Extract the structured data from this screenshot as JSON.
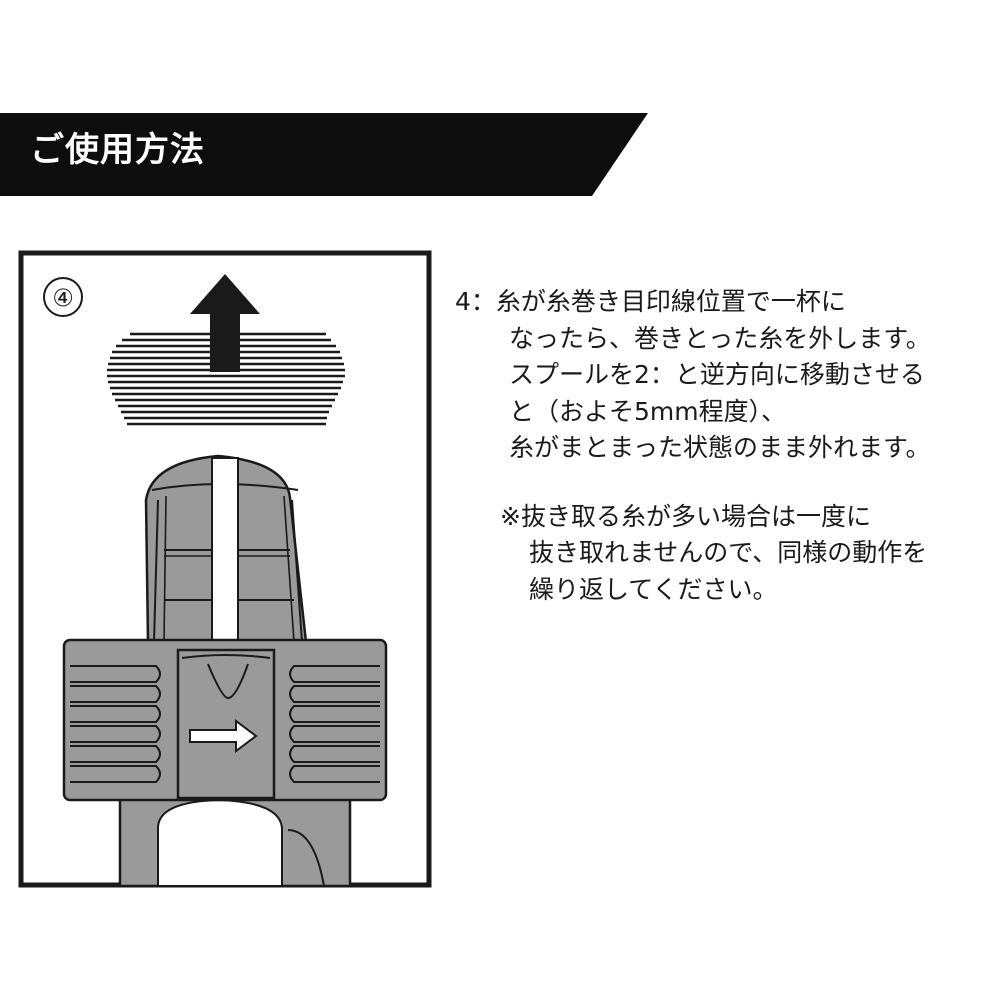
{
  "header": {
    "title": "ご使用方法"
  },
  "figure": {
    "step_badge": "④",
    "arrow_icon": "up-arrow-icon",
    "direction_icon": "right-arrow-icon",
    "line_color": "#1a1a1a",
    "body_color": "#9a9a9a"
  },
  "instructions": {
    "step_lines": [
      "4：糸が糸巻き目印線位置で一杯に",
      "なったら、巻きとった糸を外します。",
      "スプールを2：と逆方向に移動させる",
      "と（およそ5mm程度）、",
      "糸がまとまった状態のまま外れます。"
    ],
    "note_lines": [
      "※抜き取る糸が多い場合は一度に",
      "抜き取れませんので、同様の動作を",
      "繰り返してください。"
    ]
  }
}
